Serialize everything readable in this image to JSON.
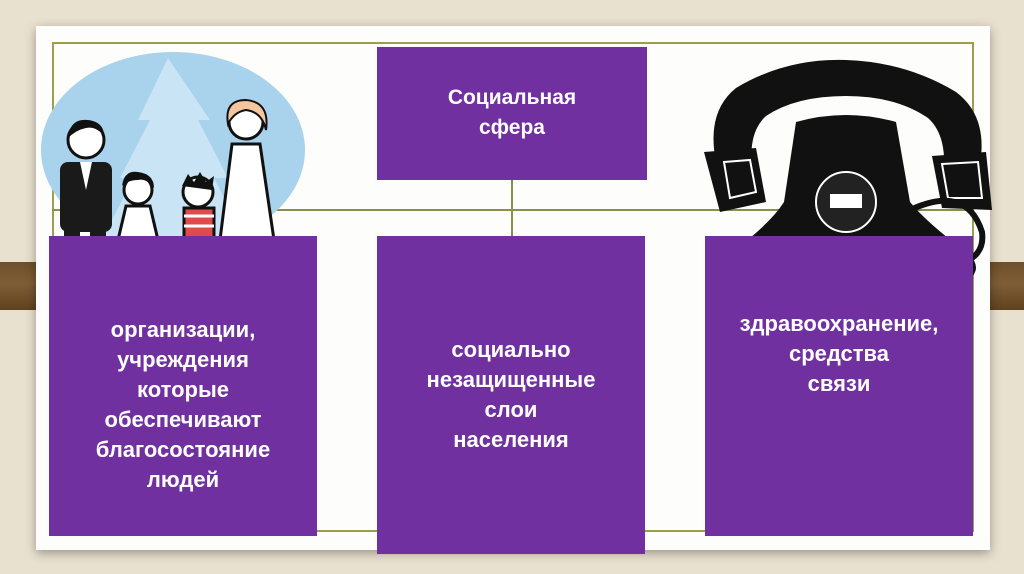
{
  "diagram": {
    "root": {
      "label": "Социальная\nсфера"
    },
    "children": [
      {
        "label": "организации,\nучреждения\nкоторые\nобеспечивают\nблагосостояние\nлюдей"
      },
      {
        "label": "социально\nнезащищенные\nслои\nнаселения"
      },
      {
        "label": "здравоохранение,\nсредства\nсвязи"
      }
    ]
  },
  "illustrations": {
    "family": "family-clipart",
    "phone": "telephone-clipart"
  },
  "colors": {
    "box": "#7030a0",
    "box_text": "#ffffff",
    "frame": "#9aa04f",
    "background": "#e9e1cf",
    "stripe": "#7e5e36"
  }
}
